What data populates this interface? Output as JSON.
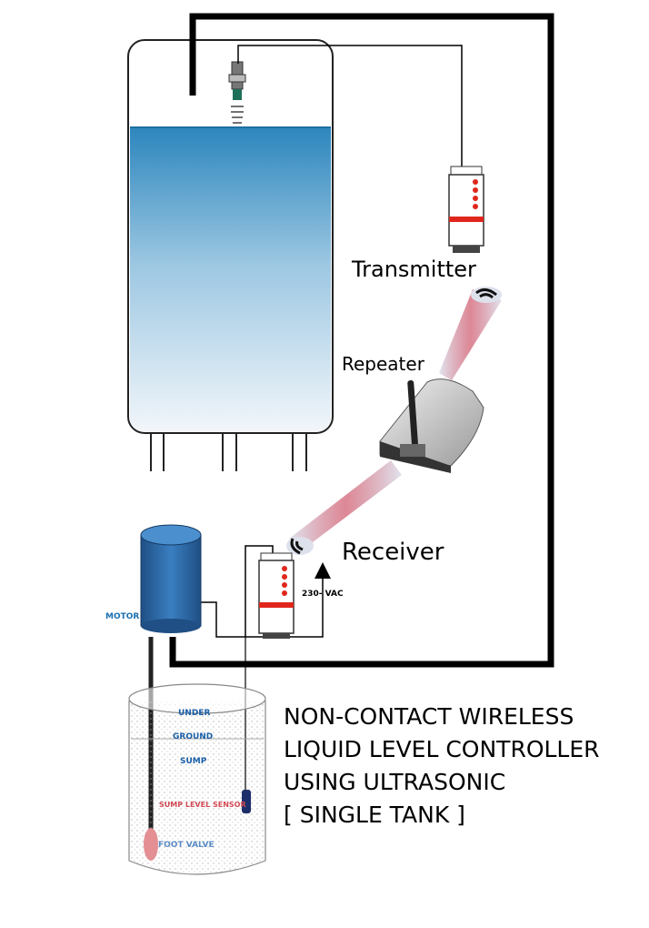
{
  "labels": {
    "transmitter": "Transmitter",
    "repeater": "Repeater",
    "receiver": "Receiver",
    "voltage": "230- VAC",
    "motor": "MOTOR"
  },
  "sump": {
    "line1": "UNDER",
    "line2": "GROUND",
    "line3": "SUMP",
    "sensor": "SUMP LEVEL SENSOR",
    "foot_valve": "FOOT VALVE"
  },
  "title": {
    "line1": "NON-CONTACT WIRELESS",
    "line2": "LIQUID LEVEL CONTROLLER",
    "line3": "USING ULTRASONIC",
    "line4": "[ SINGLE TANK ]"
  },
  "colors": {
    "water_top": "#2c86bd",
    "water_bottom": "#f2f6fa",
    "motor": "#2d6aa6",
    "indicator_red": "#e0261c",
    "beam": "#c9435a"
  }
}
